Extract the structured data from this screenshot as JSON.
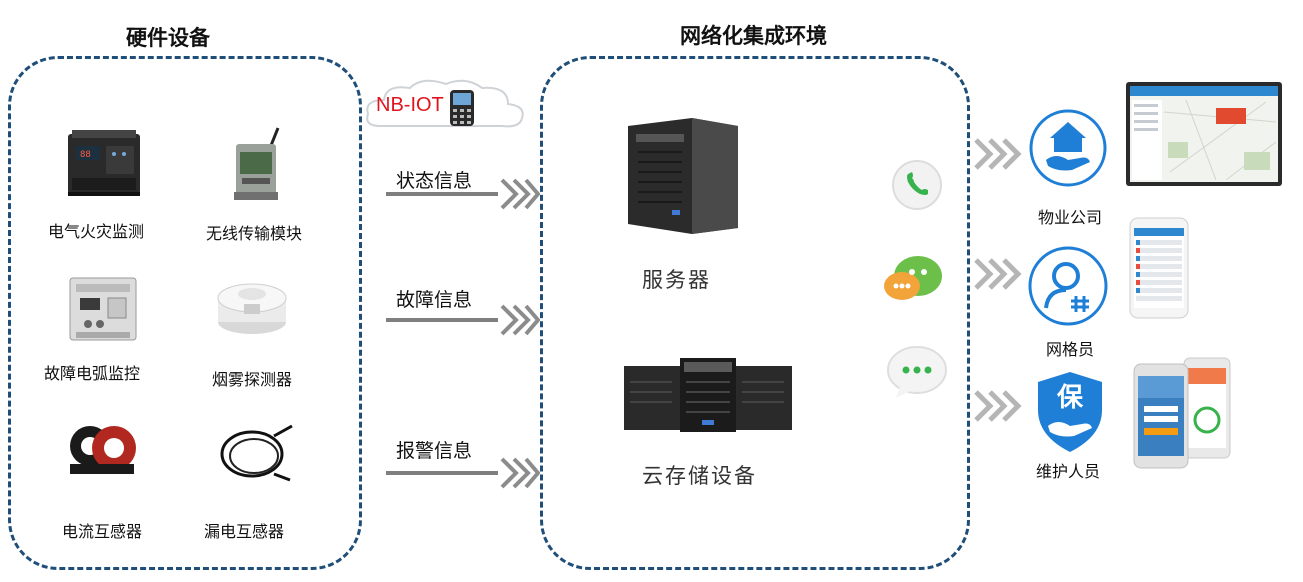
{
  "hardware": {
    "title": "硬件设备",
    "devices": [
      {
        "label": "电气火灾监测",
        "icon": "electrical-fire-monitor-icon"
      },
      {
        "label": "无线传输模块",
        "icon": "wireless-module-icon"
      },
      {
        "label": "故障电弧监控",
        "icon": "arc-fault-monitor-icon"
      },
      {
        "label": "烟雾探测器",
        "icon": "smoke-detector-icon"
      },
      {
        "label": "电流互感器",
        "icon": "current-transformer-icon"
      },
      {
        "label": "漏电互感器",
        "icon": "leakage-transformer-icon"
      }
    ]
  },
  "network": {
    "title": "网络化集成环境",
    "cloud_label": "NB-IOT"
  },
  "flows": [
    {
      "label": "状态信息"
    },
    {
      "label": "故障信息"
    },
    {
      "label": "报警信息"
    }
  ],
  "environment": {
    "items": [
      {
        "label": "服务器",
        "icon": "server-tower-icon"
      },
      {
        "label": "云存储设备",
        "icon": "cloud-storage-servers-icon"
      }
    ]
  },
  "channels": [
    {
      "icon": "phone-call-icon"
    },
    {
      "icon": "chat-app-icon"
    },
    {
      "icon": "message-bubble-icon"
    }
  ],
  "recipients": [
    {
      "label": "物业公司",
      "icon": "home-care-icon",
      "screen_icon": "monitor-dashboard-icon"
    },
    {
      "label": "网格员",
      "icon": "grid-worker-icon",
      "screen_icon": "phone-app-list-icon"
    },
    {
      "label": "维护人员",
      "icon": "shield-protect-icon",
      "icon_text": "保",
      "screen_icon": "phones-app-icon"
    }
  ],
  "colors": {
    "accent_blue": "#1f7fd6",
    "dashed_border": "#1f4e79",
    "arrow_gray": "#b5b5b5",
    "nbiot_red": "#e0141e"
  }
}
